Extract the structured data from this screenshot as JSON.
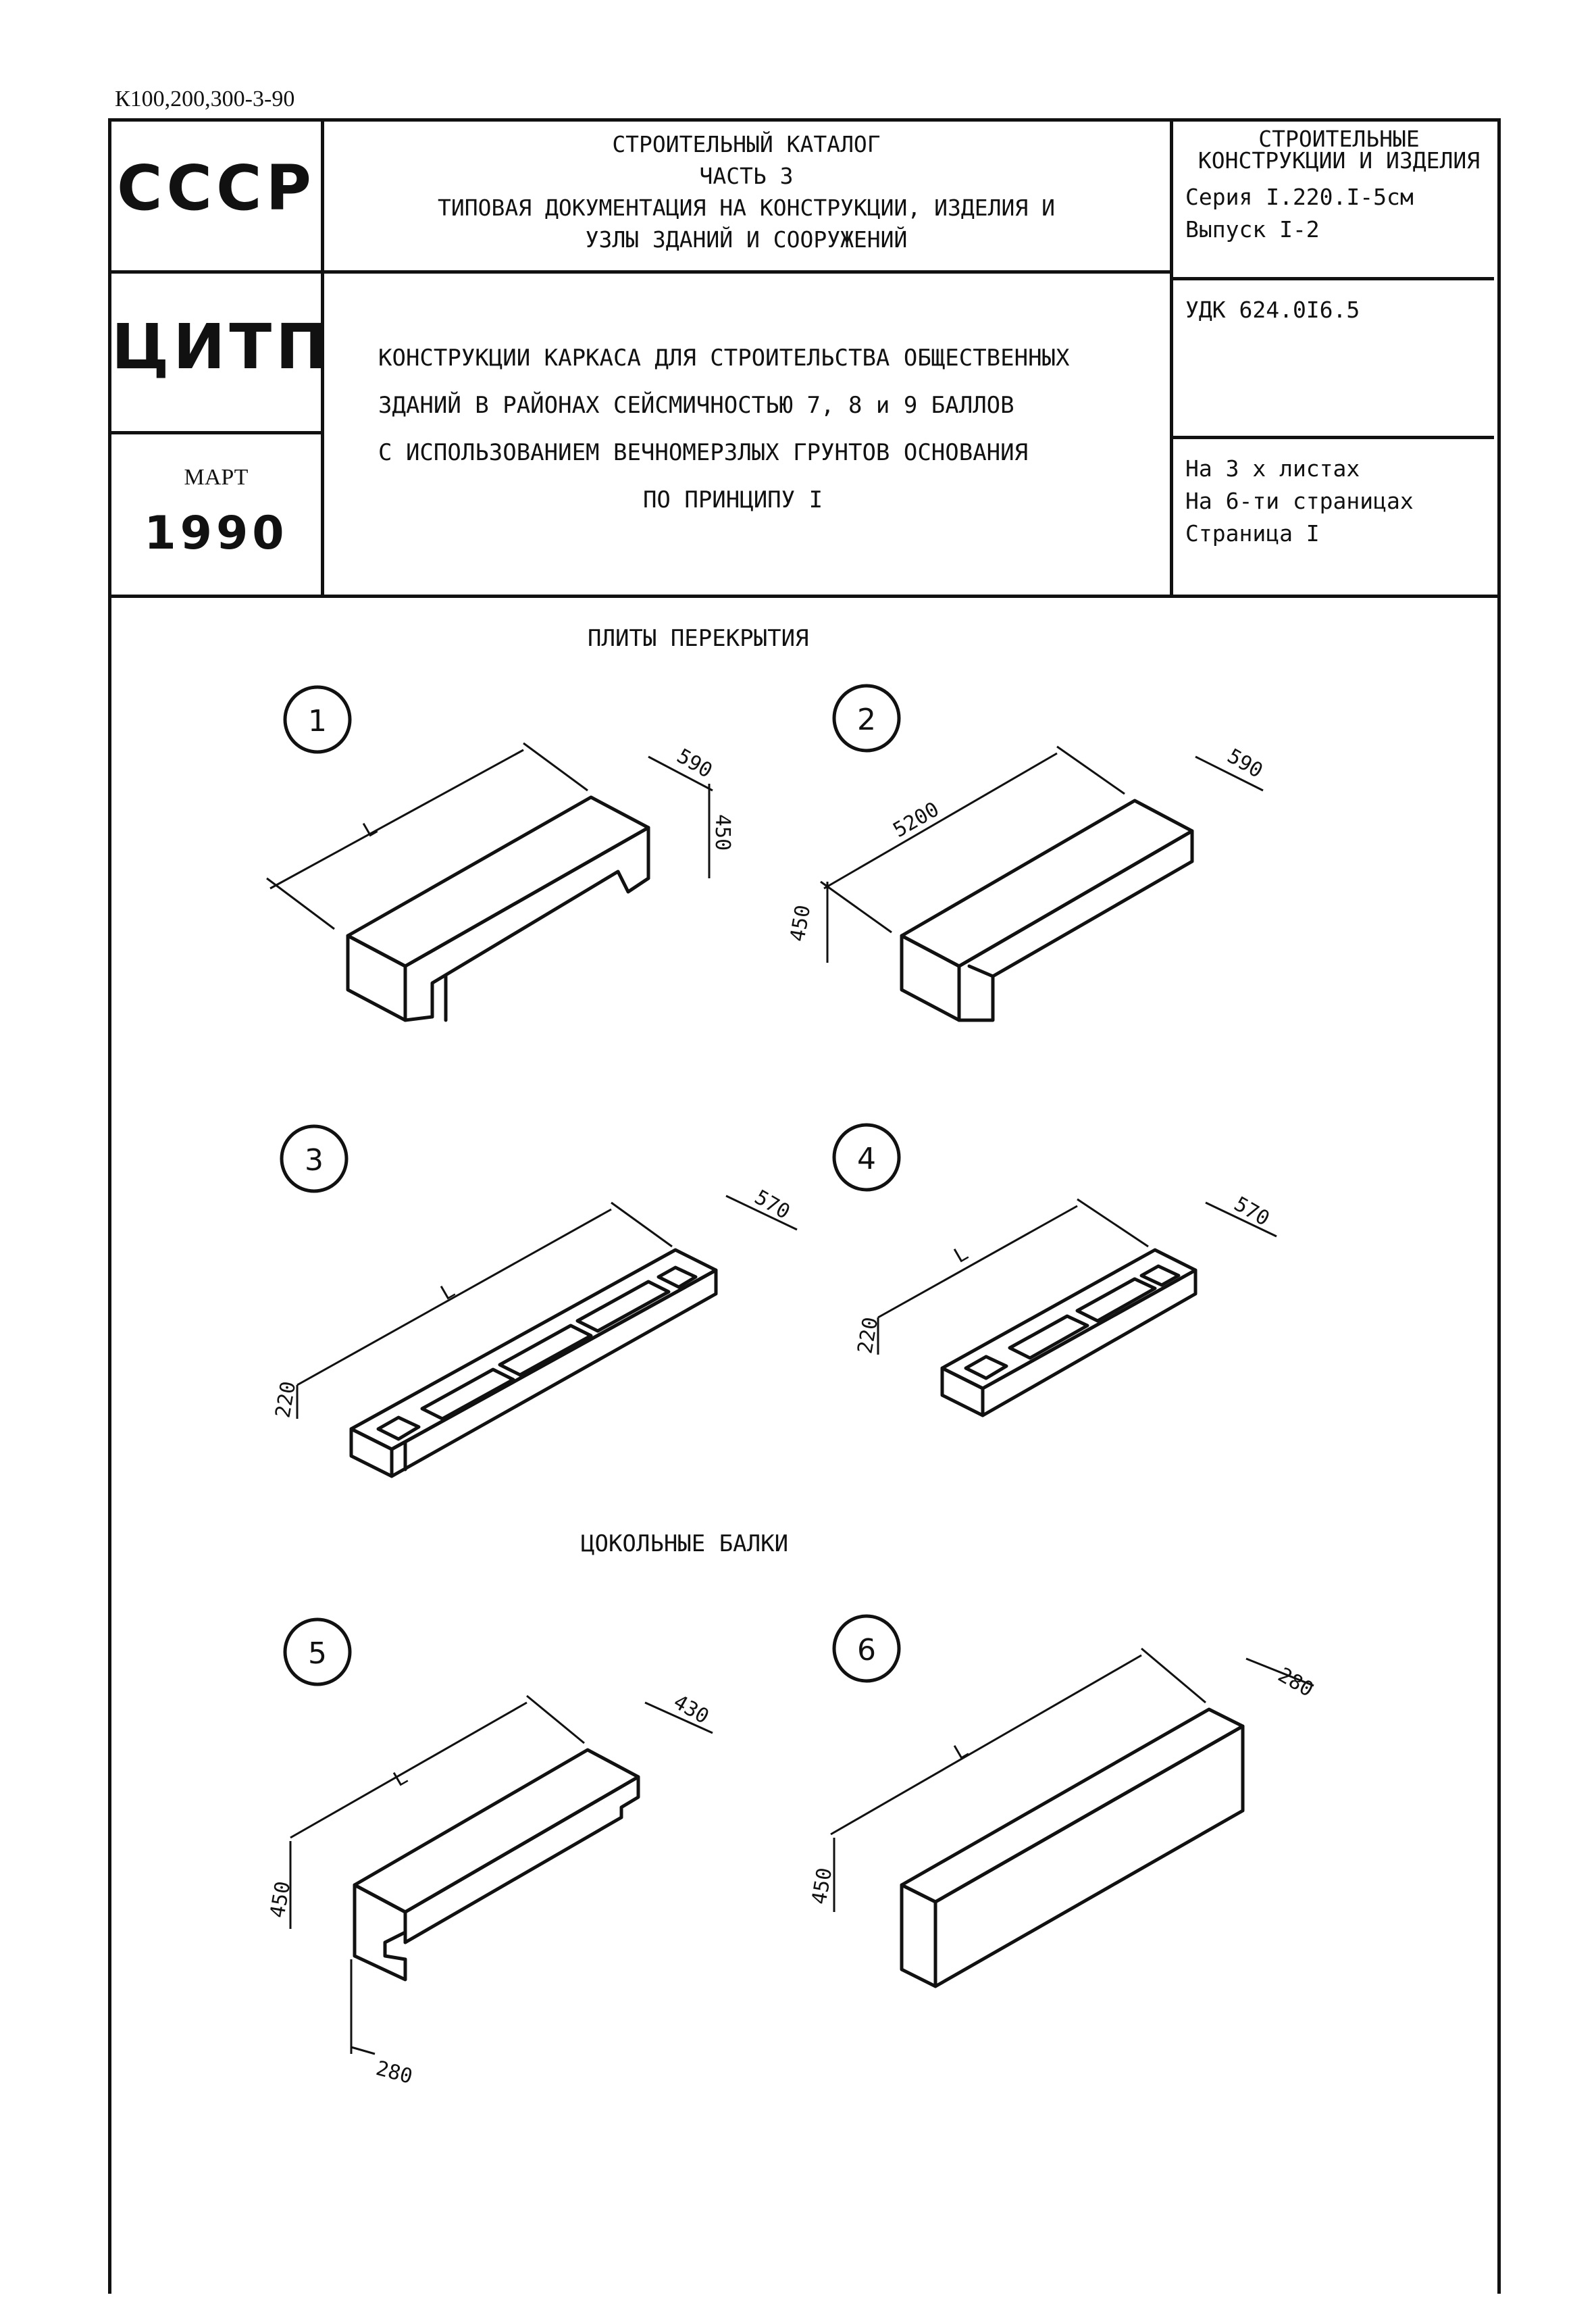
{
  "header": {
    "code": "К100,200,300-3-90",
    "org1": "СССР",
    "org2": "ЦИТП",
    "month": "МАРТ",
    "year": "1990",
    "catalog_lines": [
      "СТРОИТЕЛЬНЫЙ КАТАЛОГ",
      "ЧАСТЬ 3",
      "ТИПОВАЯ ДОКУМЕНТАЦИЯ НА КОНСТРУКЦИИ, ИЗДЕЛИЯ И",
      "УЗЛЫ ЗДАНИЙ И СООРУЖЕНИЙ"
    ],
    "right_top_lines": [
      "СТРОИТЕЛЬНЫЕ",
      "КОНСТРУКЦИИ И ИЗДЕЛИЯ",
      "Серия  I.220.I-5см",
      "Выпуск I-2"
    ],
    "udk": "УДК 624.0I6.5",
    "title_lines": [
      "КОНСТРУКЦИИ КАРКАСА ДЛЯ СТРОИТЕЛЬСТВА ОБЩЕСТВЕННЫХ",
      "ЗДАНИЙ В РАЙОНАХ  СЕЙСМИЧНОСТЬЮ  7, 8  и  9  БАЛЛОВ",
      "С ИСПОЛЬЗОВАНИЕМ  ВЕЧНОМЕРЗЛЫХ  ГРУНТОВ  ОСНОВАНИЯ",
      "ПО ПРИНЦИПУ I"
    ],
    "sheet_lines": [
      "На 3 х листах",
      "На 6-ти страницах",
      "Страница I"
    ]
  },
  "sections": {
    "slabs": "ПЛИТЫ ПЕРЕКРЫТИЯ",
    "beams": "ЦОКОЛЬНЫЕ БАЛКИ"
  },
  "items": [
    {
      "num": "1",
      "dims": [
        "L",
        "590",
        "450"
      ]
    },
    {
      "num": "2",
      "dims": [
        "5200",
        "590",
        "450"
      ]
    },
    {
      "num": "3",
      "dims": [
        "L",
        "570",
        "220"
      ]
    },
    {
      "num": "4",
      "dims": [
        "L",
        "570",
        "220"
      ]
    },
    {
      "num": "5",
      "dims": [
        "L",
        "430",
        "450",
        "280"
      ]
    },
    {
      "num": "6",
      "dims": [
        "L",
        "280",
        "450"
      ]
    }
  ],
  "colors": {
    "ink": "#111111",
    "paper": "#ffffff"
  }
}
